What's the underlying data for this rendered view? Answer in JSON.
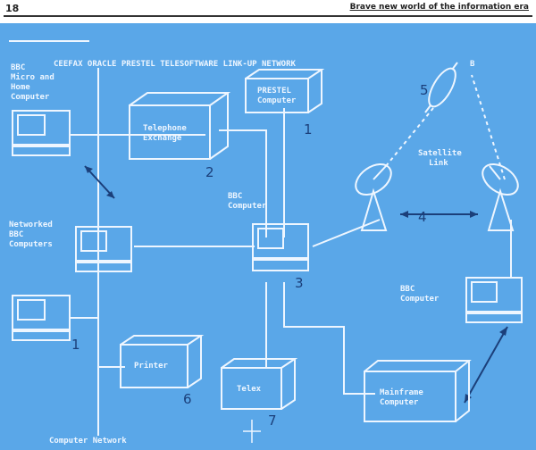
{
  "page": {
    "number": "18",
    "running_title": "Brave new world of the information era"
  },
  "diagram": {
    "caption": "CEEFAX ORACLE PRESTEL TELESOFTWARE LINK-UP NETWORK",
    "nodes": {
      "bbc_top": {
        "label_lines": [
          "BBC",
          "Micro and",
          "Home",
          "Computer"
        ]
      },
      "exchange": {
        "label_lines": [
          "Telephone",
          "Exchange"
        ],
        "number": "2"
      },
      "prestel": {
        "label_lines": [
          "PRESTEL",
          "Computer"
        ],
        "number": "1"
      },
      "bbc_center": {
        "label_lines": [
          "BBC",
          "Computer"
        ],
        "number": "3"
      },
      "networked": {
        "label_lines": [
          "Networked",
          "BBC",
          "Computers"
        ]
      },
      "station_left": {
        "number": "1"
      },
      "printer": {
        "label_lines": [
          "Printer"
        ],
        "number": "6"
      },
      "telex": {
        "label_lines": [
          "Telex"
        ],
        "number": "7"
      },
      "mainframe": {
        "label_lines": [
          "Mainframe",
          "Computer"
        ]
      },
      "bbc_right": {
        "label_lines": [
          "BBC",
          "Computer"
        ]
      },
      "satellite": {
        "label_lines": [
          "Satellite",
          "Link"
        ],
        "number": "5"
      },
      "dish_gap": {
        "number": "4"
      },
      "network": {
        "label_lines": [
          "Computer Network"
        ]
      }
    }
  }
}
